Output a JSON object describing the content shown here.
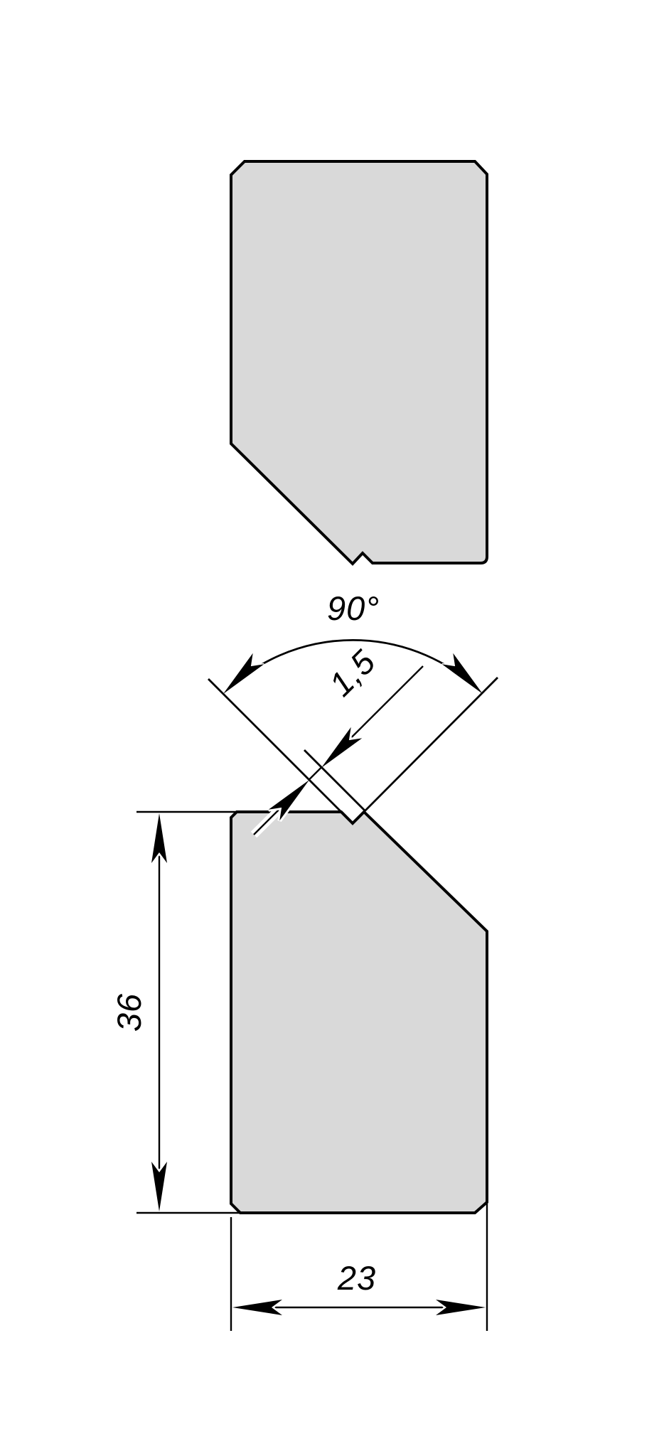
{
  "drawing": {
    "colors": {
      "part_fill": "#d9d9d9",
      "line": "#000000",
      "background": "#ffffff"
    },
    "dimensions": {
      "groove_angle": {
        "label": "90°"
      },
      "land_width": {
        "label": "1,5"
      },
      "height": {
        "label": "36"
      },
      "width": {
        "label": "23"
      }
    }
  }
}
